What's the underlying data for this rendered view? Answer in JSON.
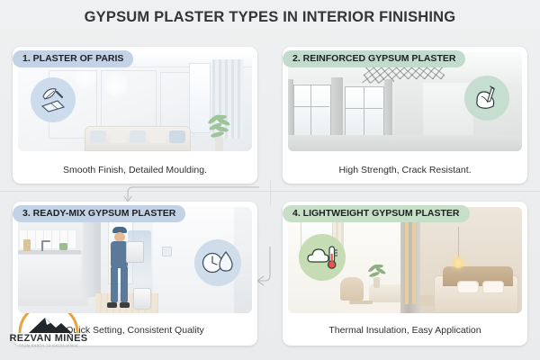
{
  "page": {
    "title": "GYPSUM PLASTER TYPES IN INTERIOR FINISHING",
    "background_color": "#eceef0",
    "title_color": "#333638"
  },
  "cards": [
    {
      "number": "1.",
      "header": "1. PLASTER OF PARIS",
      "header_color": "#c3d2e5",
      "caption": "Smooth Finish, Detailed Moulding.",
      "badge_color": "#ccdcec",
      "badge_icon": "feather-and-trowel-icon",
      "scene": "white-living-room-with-moulding"
    },
    {
      "number": "2.",
      "header": "2. REINFORCED GYPSUM PLASTER",
      "header_color": "#c2dbcd",
      "caption": "High Strength, Crack Resistant.",
      "badge_color": "#c6ded0",
      "badge_icon": "flexed-bicep-icon",
      "scene": "industrial-hall-with-reinforcing-mesh"
    },
    {
      "number": "3.",
      "header": "3. READY-MIX GYPSUM PLASTER",
      "header_color": "#c3d2e5",
      "caption": "Quick Setting, Consistent Quality",
      "badge_color": "#cfdcea",
      "badge_icon": "clock-and-water-drop-icon",
      "scene": "worker-plastering-kitchen-corridor"
    },
    {
      "number": "4.",
      "header": "4. LIGHTWEIGHT GYPSUM PLASTER",
      "header_color": "#c7dfc7",
      "caption": "Thermal Insulation, Easy Application",
      "badge_color": "#c5dcb4",
      "badge_icon": "cloud-and-thermometer-icon",
      "scene": "warm-beige-living-room-and-bedroom"
    }
  ],
  "logo": {
    "name": "REZVAN MINES",
    "tagline": "FROM EARTH TO EXCELLENCE",
    "mark": "mountain-peak-icon"
  },
  "flow": {
    "arrow_1_to_3": "down-left-arrow",
    "arrow_4_to_3": "down-left-arrow",
    "arrow_color": "#b9bcbe"
  }
}
